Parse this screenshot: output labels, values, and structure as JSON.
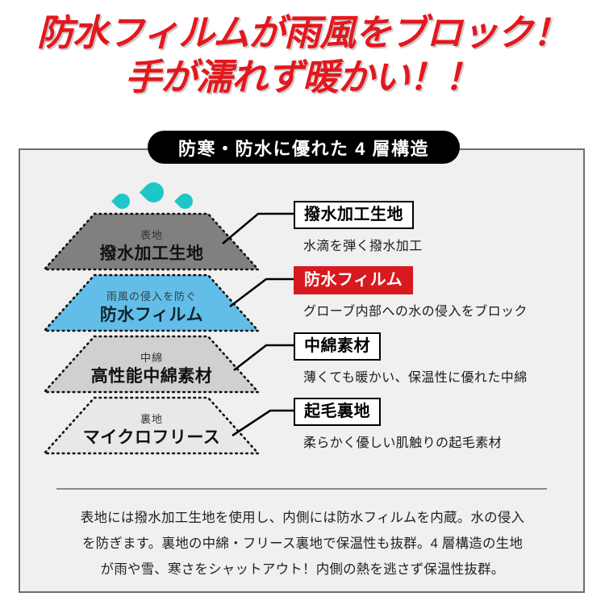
{
  "headline": {
    "line1": "防水フィルムが雨風をブロック！",
    "line2": "手が濡れず暖かい！！",
    "color": "#E3181E"
  },
  "banner": {
    "text": "防寒・防水に優れた 4 層構造",
    "background": "#000000",
    "text_color": "#FFFFFF"
  },
  "diagram": {
    "droplets_icon": "water-droplets",
    "droplet_color": "#1FC6C9",
    "layers": [
      {
        "sub": "表地",
        "main": "撥水加工生地",
        "fill": "#808080"
      },
      {
        "sub": "雨風の侵入を防ぐ",
        "main": "防水フィルム",
        "fill": "#62BEE8"
      },
      {
        "sub": "中綿",
        "main": "高性能中綿素材",
        "fill": "#D0D0D0"
      },
      {
        "sub": "裏地",
        "main": "マイクロフリース",
        "fill": "#E8E8E8"
      }
    ]
  },
  "callouts": [
    {
      "title": "撥水加工生地",
      "description": "水滴を弾く撥水加工",
      "highlight": false,
      "box_color": "#FFFFFF"
    },
    {
      "title": "防水フィルム",
      "description": "グローブ内部への水の侵入をブロック",
      "highlight": true,
      "box_color": "#D81920"
    },
    {
      "title": "中綿素材",
      "description": "薄くても暖かい、保温性に優れた中綿",
      "highlight": false,
      "box_color": "#FFFFFF"
    },
    {
      "title": "起毛裏地",
      "description": "柔らかく優しい肌触りの起毛素材",
      "highlight": false,
      "box_color": "#FFFFFF"
    }
  ],
  "footnote": {
    "line1": "表地には撥水加工生地を使用し、内側には防水フィルムを内蔵。水の侵入",
    "line2": "を防ぎます。裏地の中綿・フリース裏地で保温性も抜群。4 層構造の生地",
    "line3": "が雨や雪、寒さをシャットアウト！内側の熱を逃さず保温性抜群。"
  }
}
